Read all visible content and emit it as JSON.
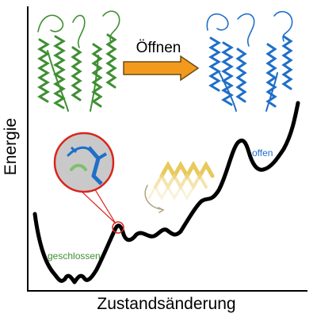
{
  "labels": {
    "y_axis": "Energie",
    "x_axis": "Zustandsänderung",
    "arrow": "Öffnen",
    "closed_state": "geschlossen",
    "open_state": "offen"
  },
  "colors": {
    "closed_protein": "#3f8f32",
    "open_protein": "#1f6fc9",
    "arrow_fill": "#f39a1e",
    "zoom_circle": "#d9251c",
    "helix_yellow": "#e8c95a",
    "curve": "#000000"
  },
  "icons": {
    "closed_structure": "green-protein-structure-icon",
    "open_structure": "blue-protein-structure-icon",
    "zoom_detail": "residue-zoom-icon",
    "rotating_helix": "rotating-helix-icon"
  }
}
